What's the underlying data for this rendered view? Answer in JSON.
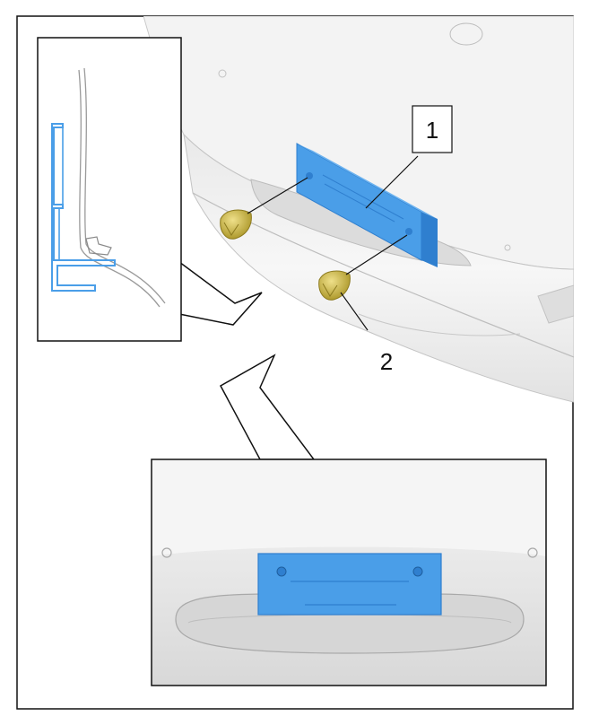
{
  "callouts": [
    {
      "number": "1",
      "target": "license-plate-bracket"
    },
    {
      "number": "2",
      "target": "fastening-screws"
    }
  ],
  "colors": {
    "part_blue": "#4a9ee8",
    "part_blue_dark": "#2f7fcf",
    "screw_yellow": "#c8b23a",
    "bumper_light": "#f2f2f2",
    "bumper_shadow": "#cfcfcf",
    "outline": "#111111"
  },
  "icons": {
    "screw": "screw-icon",
    "mounting_hole": "mounting-hole-icon"
  }
}
